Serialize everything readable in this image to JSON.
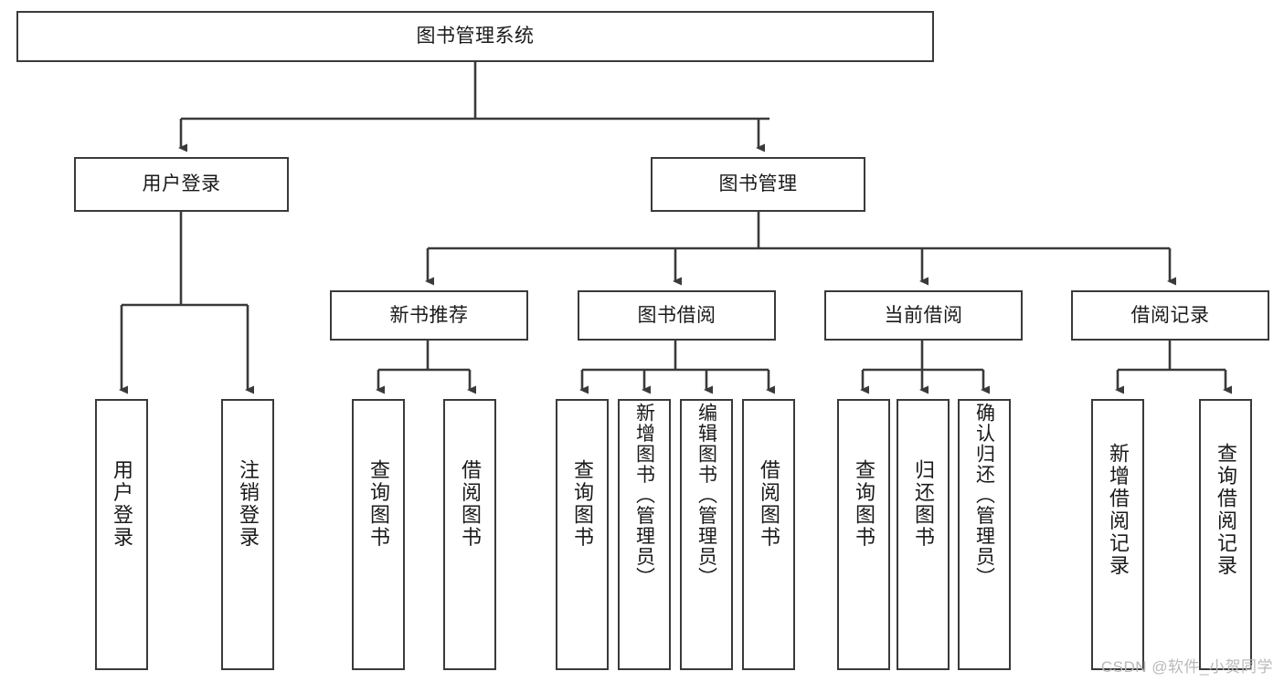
{
  "diagram": {
    "title": "图书管理系统",
    "type": "tree-hierarchy-chart",
    "line_color": "#3a3a3a",
    "box_fill": "#ffffff",
    "text_color": "#1a1a1a",
    "root": {
      "label": "图书管理系统"
    },
    "level2": [
      {
        "label": "用户登录"
      },
      {
        "label": "图书管理"
      }
    ],
    "level3": [
      {
        "label": "新书推荐"
      },
      {
        "label": "图书借阅"
      },
      {
        "label": "当前借阅"
      },
      {
        "label": "借阅记录"
      }
    ],
    "leaves": {
      "user_login": [
        {
          "label": "用户登录"
        },
        {
          "label": "注销登录"
        }
      ],
      "new_book_recommend": [
        {
          "label": "查询图书"
        },
        {
          "label": "借阅图书"
        }
      ],
      "book_borrow": [
        {
          "label": "查询图书"
        },
        {
          "label": "新增图书（管理员）"
        },
        {
          "label": "编辑图书（管理员）"
        },
        {
          "label": "借阅图书"
        }
      ],
      "current_borrow": [
        {
          "label": "查询图书"
        },
        {
          "label": "归还图书"
        },
        {
          "label": "确认归还（管理员）"
        }
      ],
      "borrow_record": [
        {
          "label": "新增借阅记录"
        },
        {
          "label": "查询借阅记录"
        }
      ]
    }
  },
  "watermark": {
    "text": "CSDN @软件_小贺同学",
    "color": "#b9b9b9"
  }
}
